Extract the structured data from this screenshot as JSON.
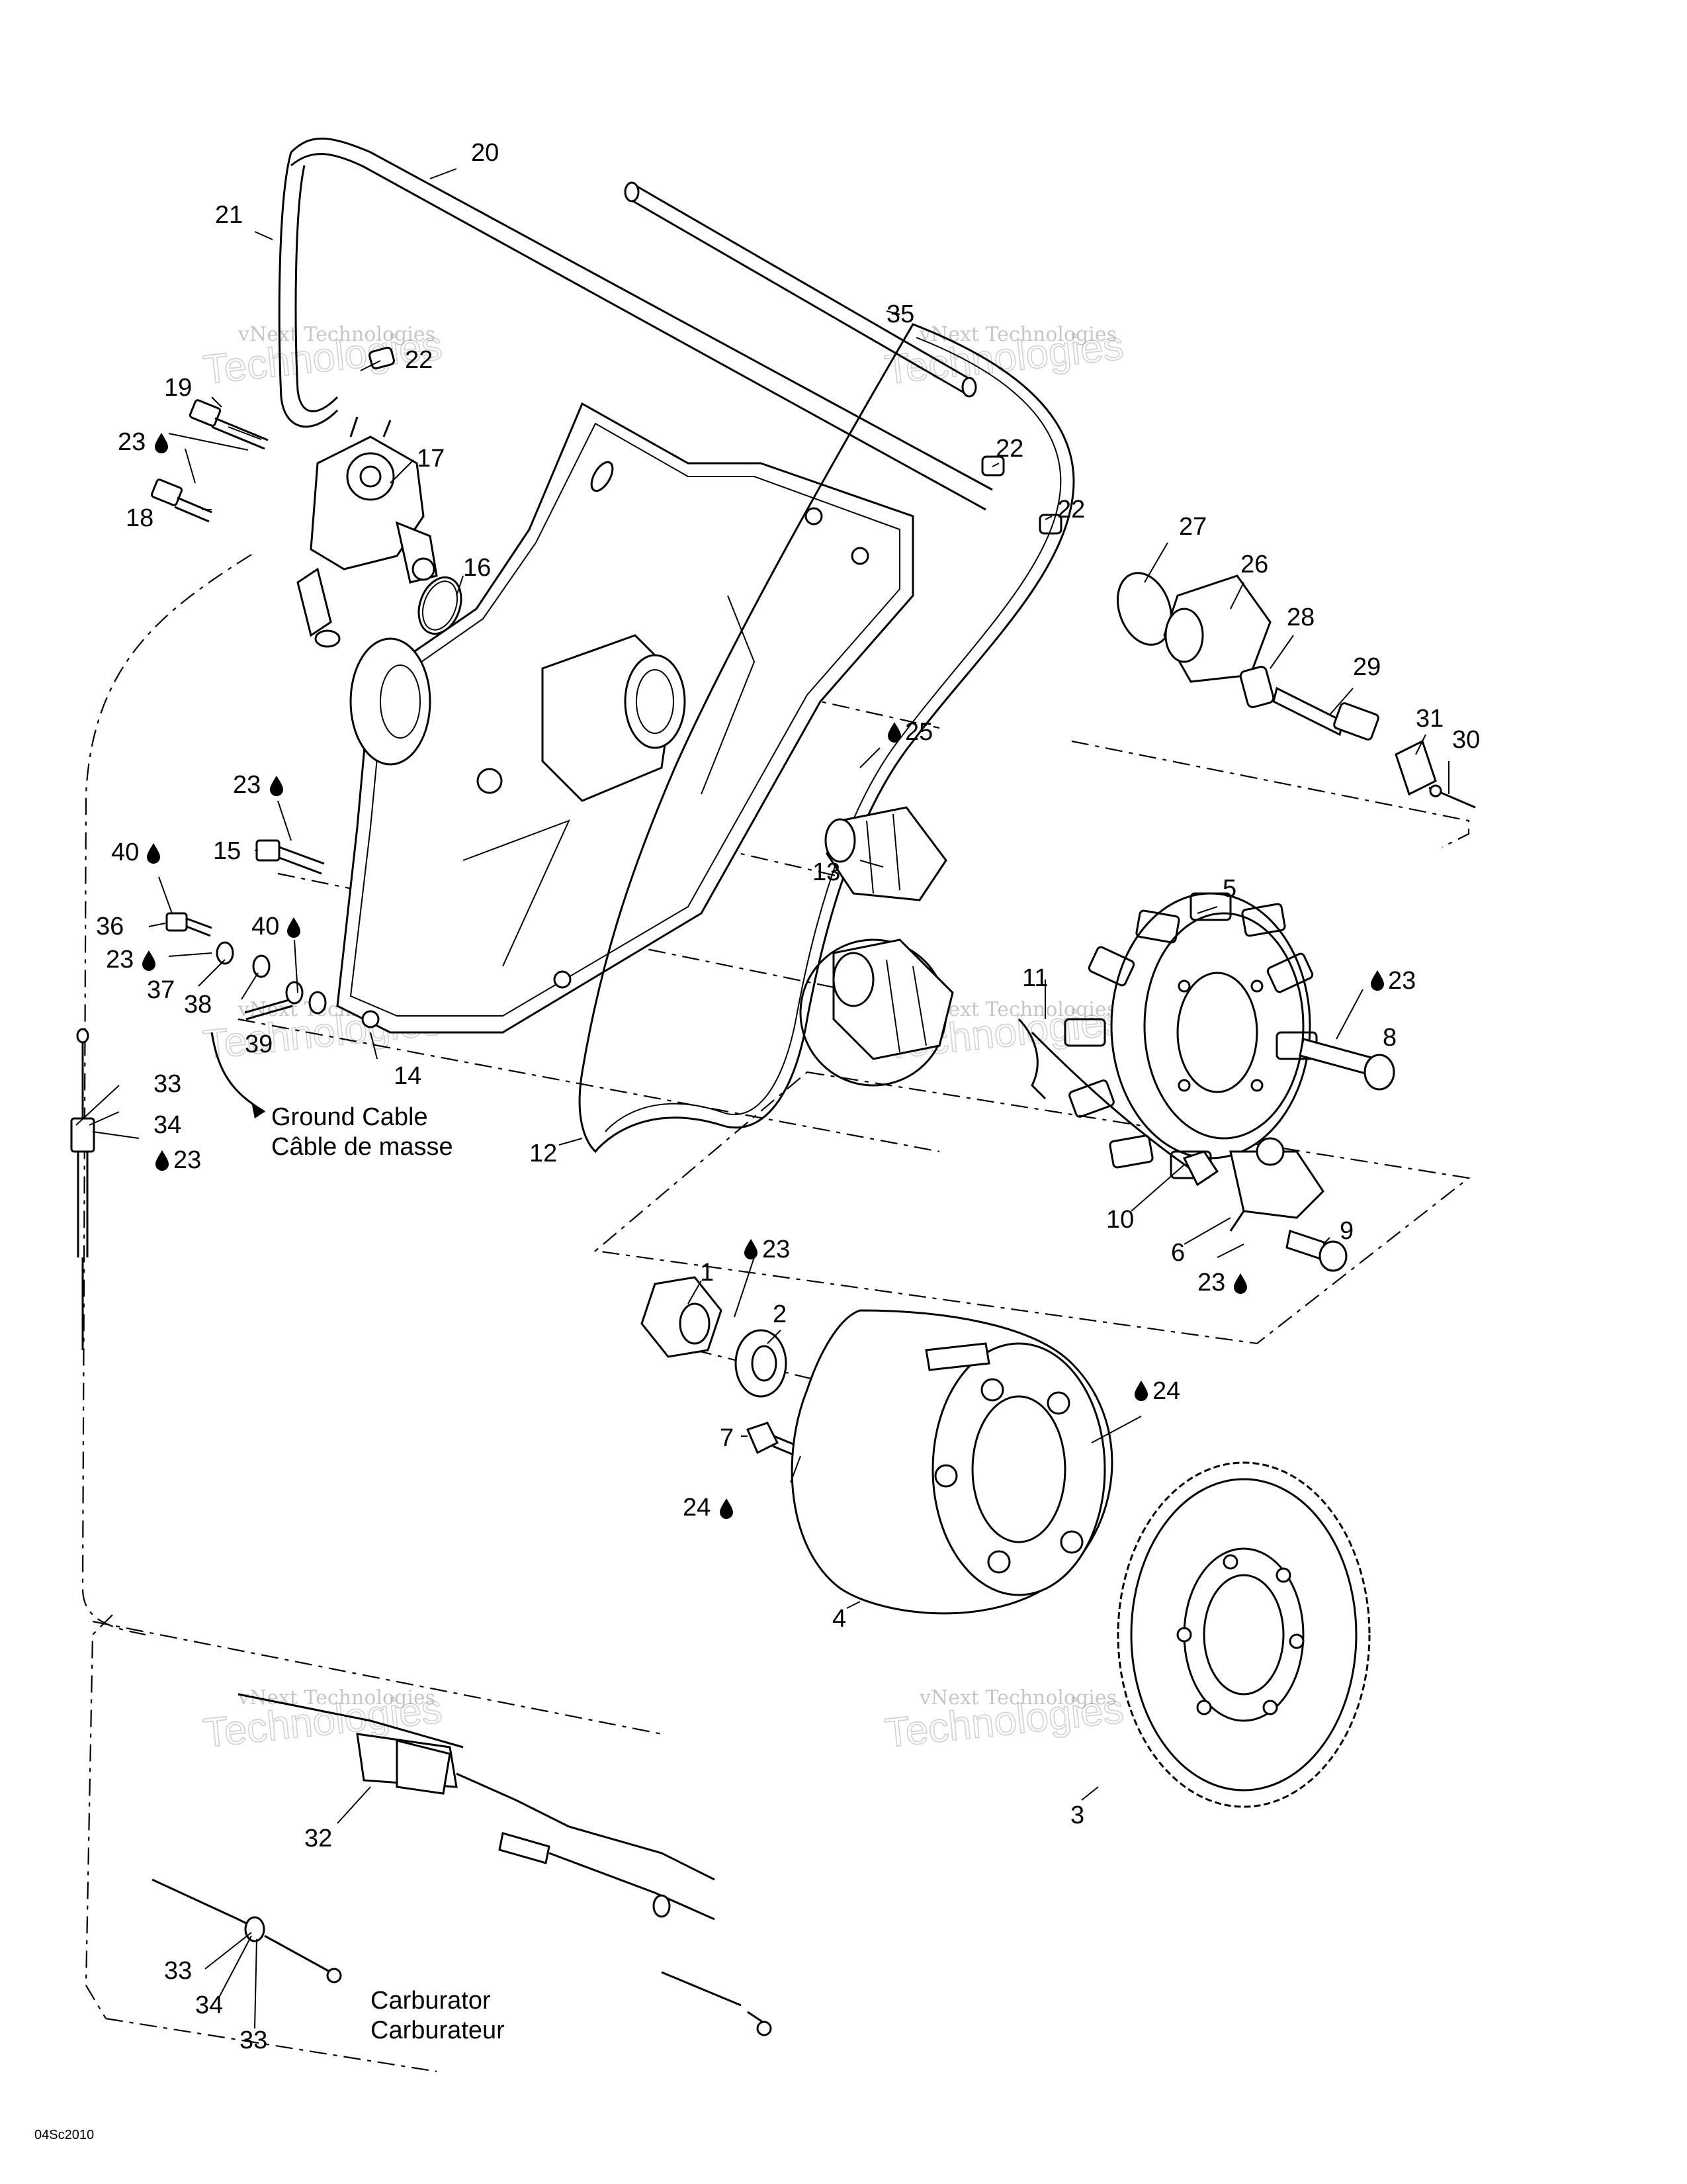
{
  "figure_code": "04Sc2010",
  "captions": {
    "ground_en": "Ground Cable",
    "ground_fr": "Câble de masse",
    "carb_en": "Carburator",
    "carb_fr": "Carburateur"
  },
  "watermark": {
    "line1": "vNext Technologies",
    "line2": "Technologies"
  },
  "callouts": [
    {
      "id": "c20",
      "text": "20"
    },
    {
      "id": "c21",
      "text": "21"
    },
    {
      "id": "c35",
      "text": "35"
    },
    {
      "id": "c22a",
      "text": "22"
    },
    {
      "id": "c19",
      "text": "19"
    },
    {
      "id": "c23a",
      "text": "23"
    },
    {
      "id": "c17",
      "text": "17"
    },
    {
      "id": "c18",
      "text": "18"
    },
    {
      "id": "c22b",
      "text": "22"
    },
    {
      "id": "c22c",
      "text": "22"
    },
    {
      "id": "c16",
      "text": "16"
    },
    {
      "id": "c27",
      "text": "27"
    },
    {
      "id": "c26",
      "text": "26"
    },
    {
      "id": "c28",
      "text": "28"
    },
    {
      "id": "c29",
      "text": "29"
    },
    {
      "id": "c31",
      "text": "31"
    },
    {
      "id": "c30",
      "text": "30"
    },
    {
      "id": "c25",
      "text": "25"
    },
    {
      "id": "c23b",
      "text": "23"
    },
    {
      "id": "c15",
      "text": "15"
    },
    {
      "id": "c13",
      "text": "13"
    },
    {
      "id": "c40a",
      "text": "40"
    },
    {
      "id": "c5",
      "text": "5"
    },
    {
      "id": "c36",
      "text": "36"
    },
    {
      "id": "c40b",
      "text": "40"
    },
    {
      "id": "c23c",
      "text": "23"
    },
    {
      "id": "c37",
      "text": "37"
    },
    {
      "id": "c38",
      "text": "38"
    },
    {
      "id": "c39",
      "text": "39"
    },
    {
      "id": "c11",
      "text": "11"
    },
    {
      "id": "c23d",
      "text": "23"
    },
    {
      "id": "c8",
      "text": "8"
    },
    {
      "id": "c14",
      "text": "14"
    },
    {
      "id": "c33a",
      "text": "33"
    },
    {
      "id": "c34a",
      "text": "34"
    },
    {
      "id": "c23e",
      "text": "23"
    },
    {
      "id": "c12",
      "text": "12"
    },
    {
      "id": "c10",
      "text": "10"
    },
    {
      "id": "c9",
      "text": "9"
    },
    {
      "id": "c6",
      "text": "6"
    },
    {
      "id": "c23f",
      "text": "23"
    },
    {
      "id": "c1",
      "text": "1"
    },
    {
      "id": "c23g",
      "text": "23"
    },
    {
      "id": "c2",
      "text": "2"
    },
    {
      "id": "c24a",
      "text": "24"
    },
    {
      "id": "c7",
      "text": "7"
    },
    {
      "id": "c24b",
      "text": "24"
    },
    {
      "id": "c4",
      "text": "4"
    },
    {
      "id": "c3",
      "text": "3"
    },
    {
      "id": "c32",
      "text": "32"
    },
    {
      "id": "c33b",
      "text": "33"
    },
    {
      "id": "c34b",
      "text": "34"
    },
    {
      "id": "c33c",
      "text": "33"
    }
  ]
}
